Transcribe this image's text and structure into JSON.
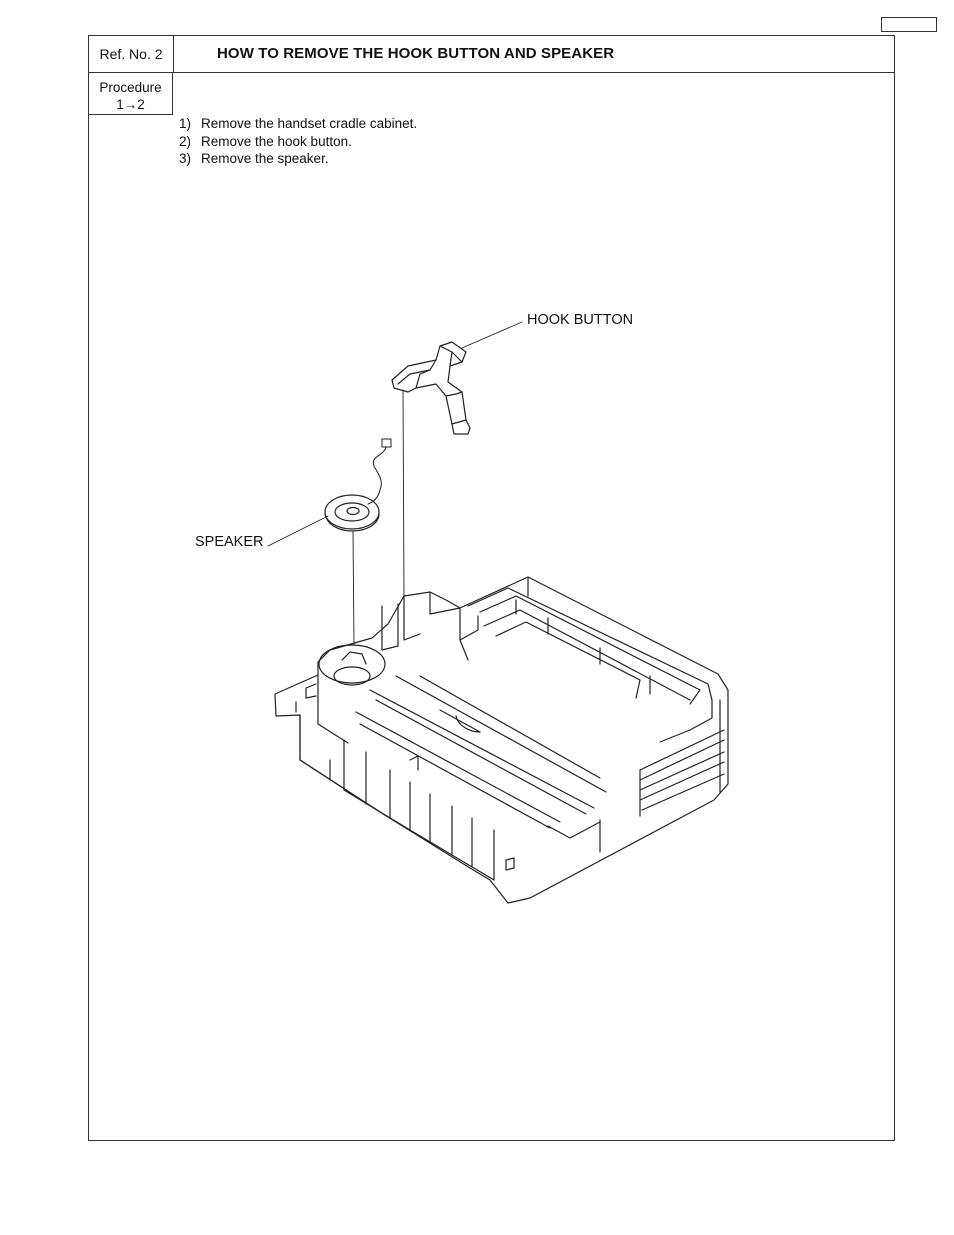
{
  "header": {
    "ref_label": "Ref. No. 2",
    "title": "HOW TO REMOVE THE HOOK BUTTON AND SPEAKER"
  },
  "procedure": {
    "label": "Procedure",
    "sequence": "1→2"
  },
  "steps": [
    {
      "num": "1)",
      "text": "Remove the handset cradle cabinet."
    },
    {
      "num": "2)",
      "text": "Remove the hook button."
    },
    {
      "num": "3)",
      "text": "Remove the speaker."
    }
  ],
  "diagram": {
    "hook_button_label": "HOOK BUTTON",
    "speaker_label": "SPEAKER"
  }
}
